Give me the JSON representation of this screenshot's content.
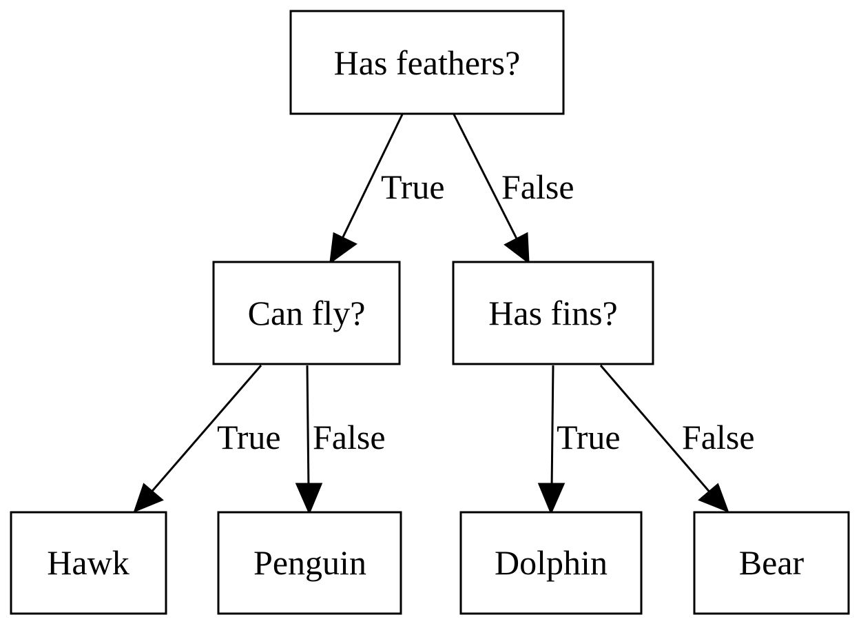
{
  "diagram": {
    "nodes": [
      {
        "id": "root",
        "label": "Has feathers?"
      },
      {
        "id": "fly",
        "label": "Can fly?"
      },
      {
        "id": "fins",
        "label": "Has fins?"
      },
      {
        "id": "hawk",
        "label": "Hawk"
      },
      {
        "id": "penguin",
        "label": "Penguin"
      },
      {
        "id": "dolphin",
        "label": "Dolphin"
      },
      {
        "id": "bear",
        "label": "Bear"
      }
    ],
    "edges": [
      {
        "from": "root",
        "to": "fly",
        "label": "True"
      },
      {
        "from": "root",
        "to": "fins",
        "label": "False"
      },
      {
        "from": "fly",
        "to": "hawk",
        "label": "True"
      },
      {
        "from": "fly",
        "to": "penguin",
        "label": "False"
      },
      {
        "from": "fins",
        "to": "dolphin",
        "label": "True"
      },
      {
        "from": "fins",
        "to": "bear",
        "label": "False"
      }
    ],
    "colors": {
      "stroke": "#000000",
      "fill": "#ffffff",
      "text": "#000000"
    }
  }
}
